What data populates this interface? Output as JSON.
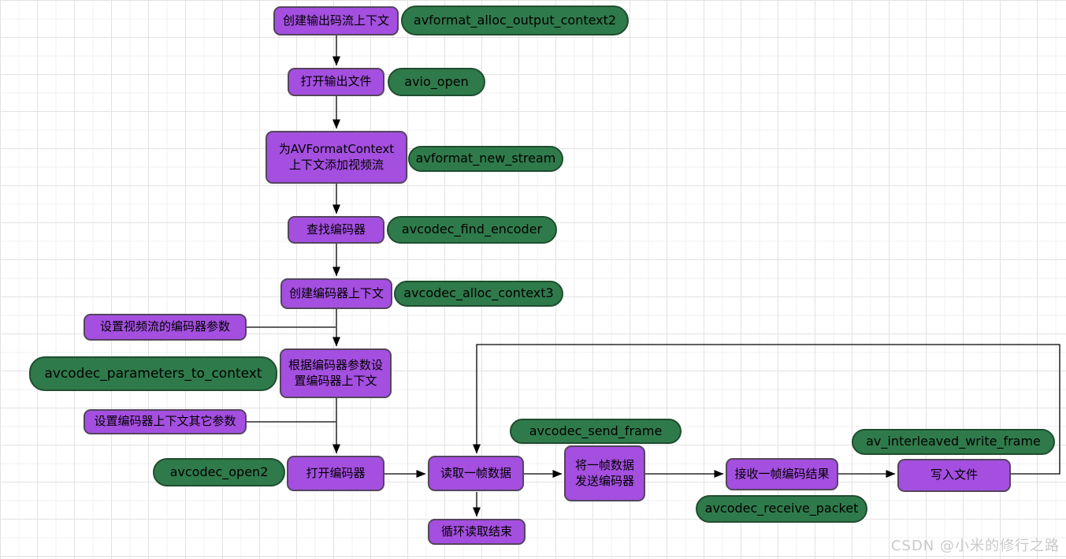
{
  "colors": {
    "process_fill": "#a44fe0",
    "process_stroke": "#54455e",
    "function_fill": "#2f7a4b",
    "function_stroke": "#1f4d2f"
  },
  "watermark": "CSDN @小米的修行之路",
  "nodes": [
    {
      "id": "p1",
      "type": "process",
      "label": "创建输出码流上下文"
    },
    {
      "id": "g1",
      "type": "function",
      "label": "avformat_alloc_output_context2"
    },
    {
      "id": "p2",
      "type": "process",
      "label": "打开输出文件"
    },
    {
      "id": "g2",
      "type": "function",
      "label": "avio_open"
    },
    {
      "id": "p3",
      "type": "process",
      "label": "为AVFormatContext\n上下文添加视频流"
    },
    {
      "id": "g3",
      "type": "function",
      "label": "avformat_new_stream"
    },
    {
      "id": "p4",
      "type": "process",
      "label": "查找编码器"
    },
    {
      "id": "g4",
      "type": "function",
      "label": "avcodec_find_encoder"
    },
    {
      "id": "p5",
      "type": "process",
      "label": "创建编码器上下文"
    },
    {
      "id": "g5",
      "type": "function",
      "label": "avcodec_alloc_context3"
    },
    {
      "id": "p6",
      "type": "process",
      "label": "设置视频流的编码器参数"
    },
    {
      "id": "p7",
      "type": "process",
      "label": "根据编码器参数设\n置编码器上下文"
    },
    {
      "id": "g6",
      "type": "function",
      "label": "avcodec_parameters_to_context"
    },
    {
      "id": "p8",
      "type": "process",
      "label": "设置编码器上下文其它参数"
    },
    {
      "id": "g7",
      "type": "function",
      "label": "avcodec_open2"
    },
    {
      "id": "p9",
      "type": "process",
      "label": "打开编码器"
    },
    {
      "id": "p10",
      "type": "process",
      "label": "读取一帧数据"
    },
    {
      "id": "g8",
      "type": "function",
      "label": "avcodec_send_frame"
    },
    {
      "id": "p11",
      "type": "process",
      "label": "将一帧数据\n发送编码器"
    },
    {
      "id": "p12",
      "type": "process",
      "label": "接收一帧编码结果"
    },
    {
      "id": "g9",
      "type": "function",
      "label": "avcodec_receive_packet"
    },
    {
      "id": "p13",
      "type": "process",
      "label": "写入文件"
    },
    {
      "id": "g10",
      "type": "function",
      "label": "av_interleaved_write_frame"
    },
    {
      "id": "p14",
      "type": "process",
      "label": "循环读取结束"
    }
  ]
}
